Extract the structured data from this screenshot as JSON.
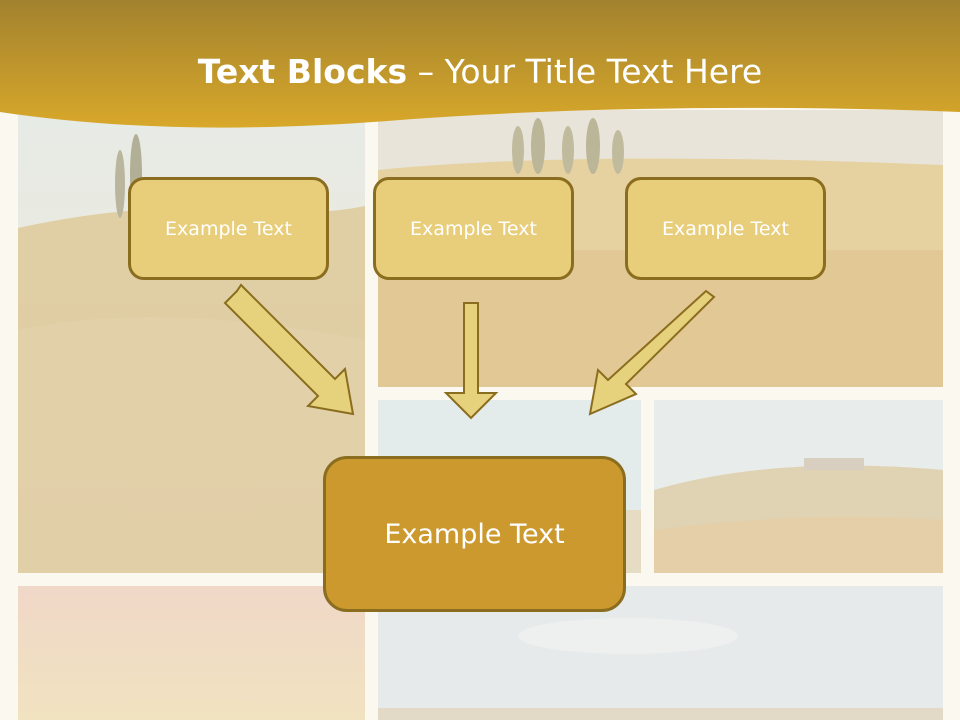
{
  "slide": {
    "title_bold": "Text Blocks",
    "title_dash": " – ",
    "title_rest": "Your Title Text Here"
  },
  "blocks": [
    {
      "label": "Example Text"
    },
    {
      "label": "Example Text"
    },
    {
      "label": "Example Text"
    }
  ],
  "main_block": {
    "label": "Example Text"
  },
  "colors": {
    "header_gold": "#d6a72a",
    "block_fill": "#e8cd7a",
    "main_block_fill": "#cc992f",
    "border": "#8a6d1e",
    "arrow_fill": "#e6d17d"
  }
}
